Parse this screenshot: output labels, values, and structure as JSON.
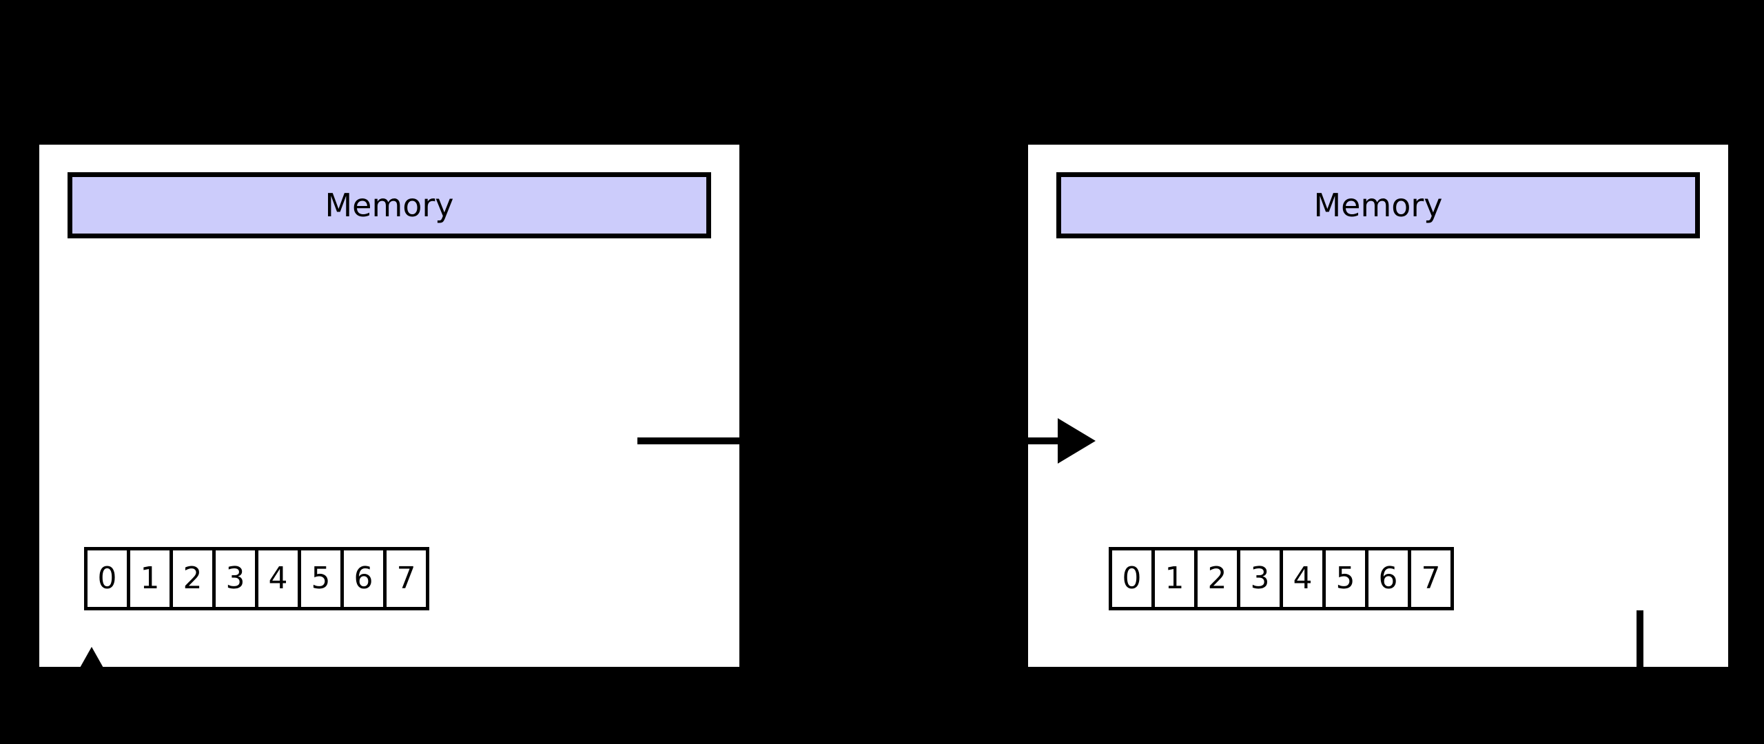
{
  "diagram": {
    "title": "Memory ring buffer / circular array diagram",
    "background_color": "#000000",
    "panel_color": "#ffffff",
    "accent_color": "#ccccfb",
    "stroke_color": "#000000"
  },
  "panels": [
    {
      "id": "left",
      "header_label": "Memory",
      "cells": [
        "0",
        "1",
        "2",
        "3",
        "4",
        "5",
        "6",
        "7"
      ],
      "connectors": {
        "incoming_arrow": "arrow-up-into-cell-0",
        "outgoing_stub": "line-right-from-array-tail"
      }
    },
    {
      "id": "right",
      "header_label": "Memory",
      "cells": [
        "0",
        "1",
        "2",
        "3",
        "4",
        "5",
        "6",
        "7"
      ],
      "connectors": {
        "incoming_arrow": "arrow-right-into-cell-0",
        "outgoing_stub": "line-down-from-cell-7"
      }
    }
  ]
}
